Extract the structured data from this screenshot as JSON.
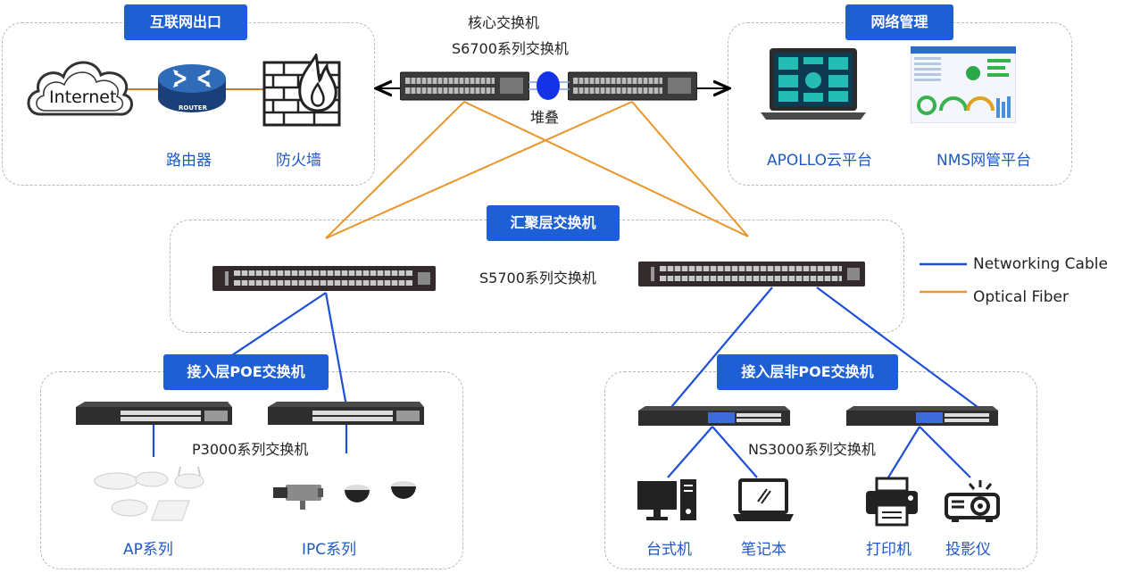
{
  "zones": {
    "internet_exit": {
      "title": "互联网出口"
    },
    "network_mgmt": {
      "title": "网络管理"
    },
    "aggregation": {
      "title": "汇聚层交换机"
    },
    "access_poe": {
      "title": "接入层POE交换机"
    },
    "access_nonpoe": {
      "title": "接入层非POE交换机"
    }
  },
  "core": {
    "title_line1": "核心交换机",
    "title_line2": "S6700系列交换机",
    "stack_label": "堆叠"
  },
  "internet_zone": {
    "internet_label": "Internet",
    "router_badge": "ROUTER",
    "router_label": "路由器",
    "firewall_label": "防火墙"
  },
  "mgmt_zone": {
    "apollo_label": "APOLLO云平台",
    "nms_label": "NMS网管平台"
  },
  "aggregation_zone": {
    "switch_series": "S5700系列交换机"
  },
  "poe_zone": {
    "switch_series": "P3000系列交换机",
    "ap_label": "AP系列",
    "ipc_label": "IPC系列"
  },
  "nonpoe_zone": {
    "switch_series": "NS3000系列交换机",
    "desktop_label": "台式机",
    "laptop_label": "笔记本",
    "printer_label": "打印机",
    "projector_label": "投影仪"
  },
  "legend": {
    "networking_cable": "Networking Cable",
    "optical_fiber": "Optical Fiber"
  },
  "colors": {
    "accent_blue": "#1f5fd6",
    "cable_blue": "#1d4fd8",
    "fiber_orange": "#e8962a"
  }
}
